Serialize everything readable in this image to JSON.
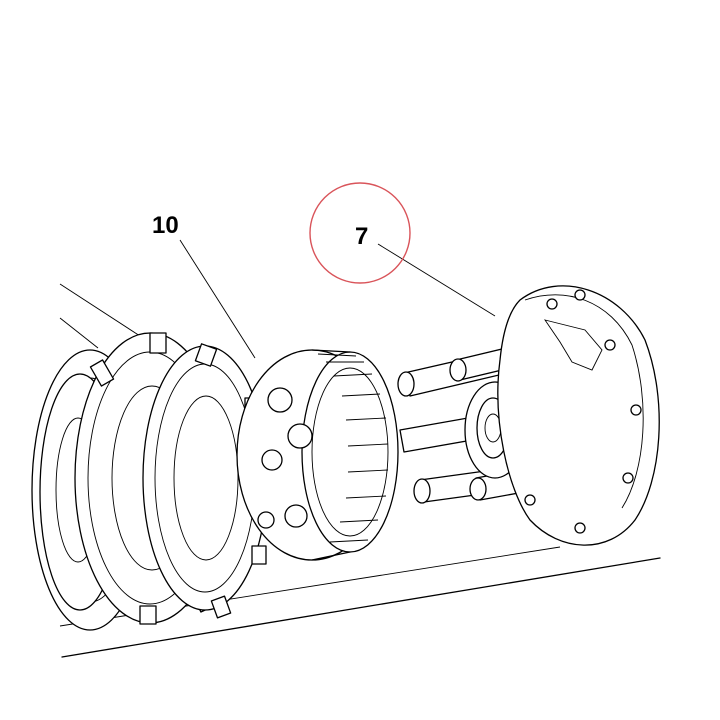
{
  "callouts": [
    {
      "id": "10",
      "text": "10"
    },
    {
      "id": "7",
      "text": "7"
    }
  ],
  "highlight_color": "#d9545a"
}
